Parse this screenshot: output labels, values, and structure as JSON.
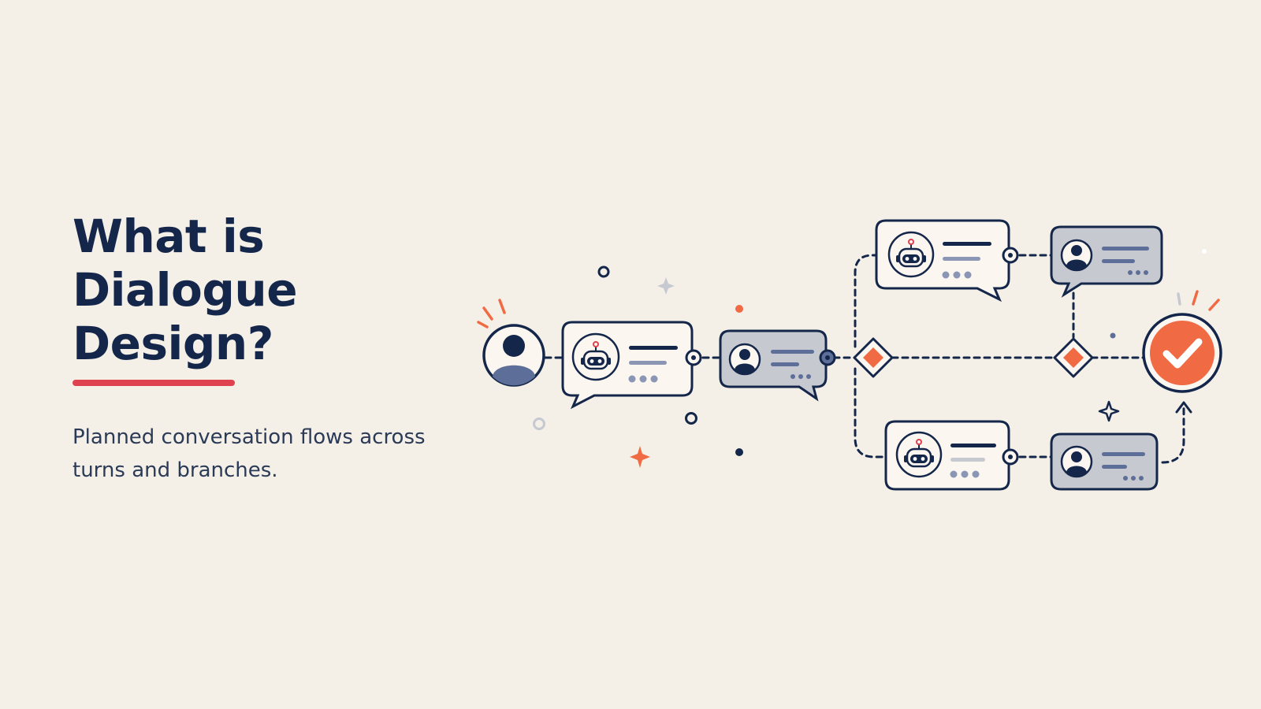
{
  "title": {
    "line1": "What is",
    "line2": "Dialogue",
    "line3": "Design?"
  },
  "subtitle": {
    "line1": "Planned conversation flows across",
    "line2": "turns and branches."
  },
  "colors": {
    "background": "#f4f0e8",
    "navy": "#14264a",
    "accent_red": "#e0414f",
    "accent_orange": "#f06a44",
    "bubble_light": "#fbf6ef",
    "bubble_gray": "#c7c9d0",
    "line_gray": "#8a96b4"
  },
  "icons": {
    "start": "user-avatar-icon",
    "bot": "robot-icon",
    "user": "user-icon",
    "decision": "diamond-decision-icon",
    "end": "check-circle-icon"
  }
}
